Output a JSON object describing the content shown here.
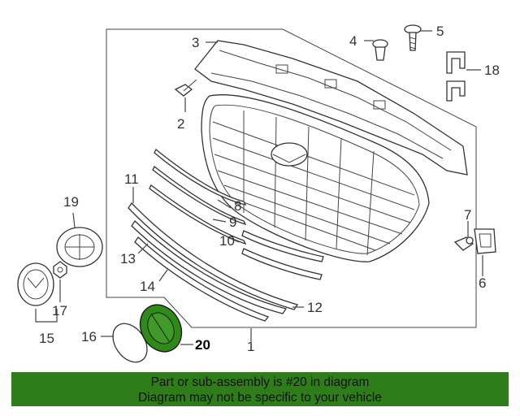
{
  "callouts": {
    "c1": "1",
    "c2": "2",
    "c3": "3",
    "c4": "4",
    "c5": "5",
    "c6": "6",
    "c7": "7",
    "c8": "8",
    "c9": "9",
    "c10": "10",
    "c11": "11",
    "c12": "12",
    "c13": "13",
    "c14": "14",
    "c15": "15",
    "c16": "16",
    "c17": "17",
    "c18": "18",
    "c19": "19",
    "c20": "20"
  },
  "highlight": {
    "part_number": "20",
    "color": "#2e8b1a"
  },
  "banner": {
    "line1": "Part or sub-assembly is #20 in diagram",
    "line2": "Diagram may not be specific to your vehicle",
    "color": "#2e7d1a"
  }
}
